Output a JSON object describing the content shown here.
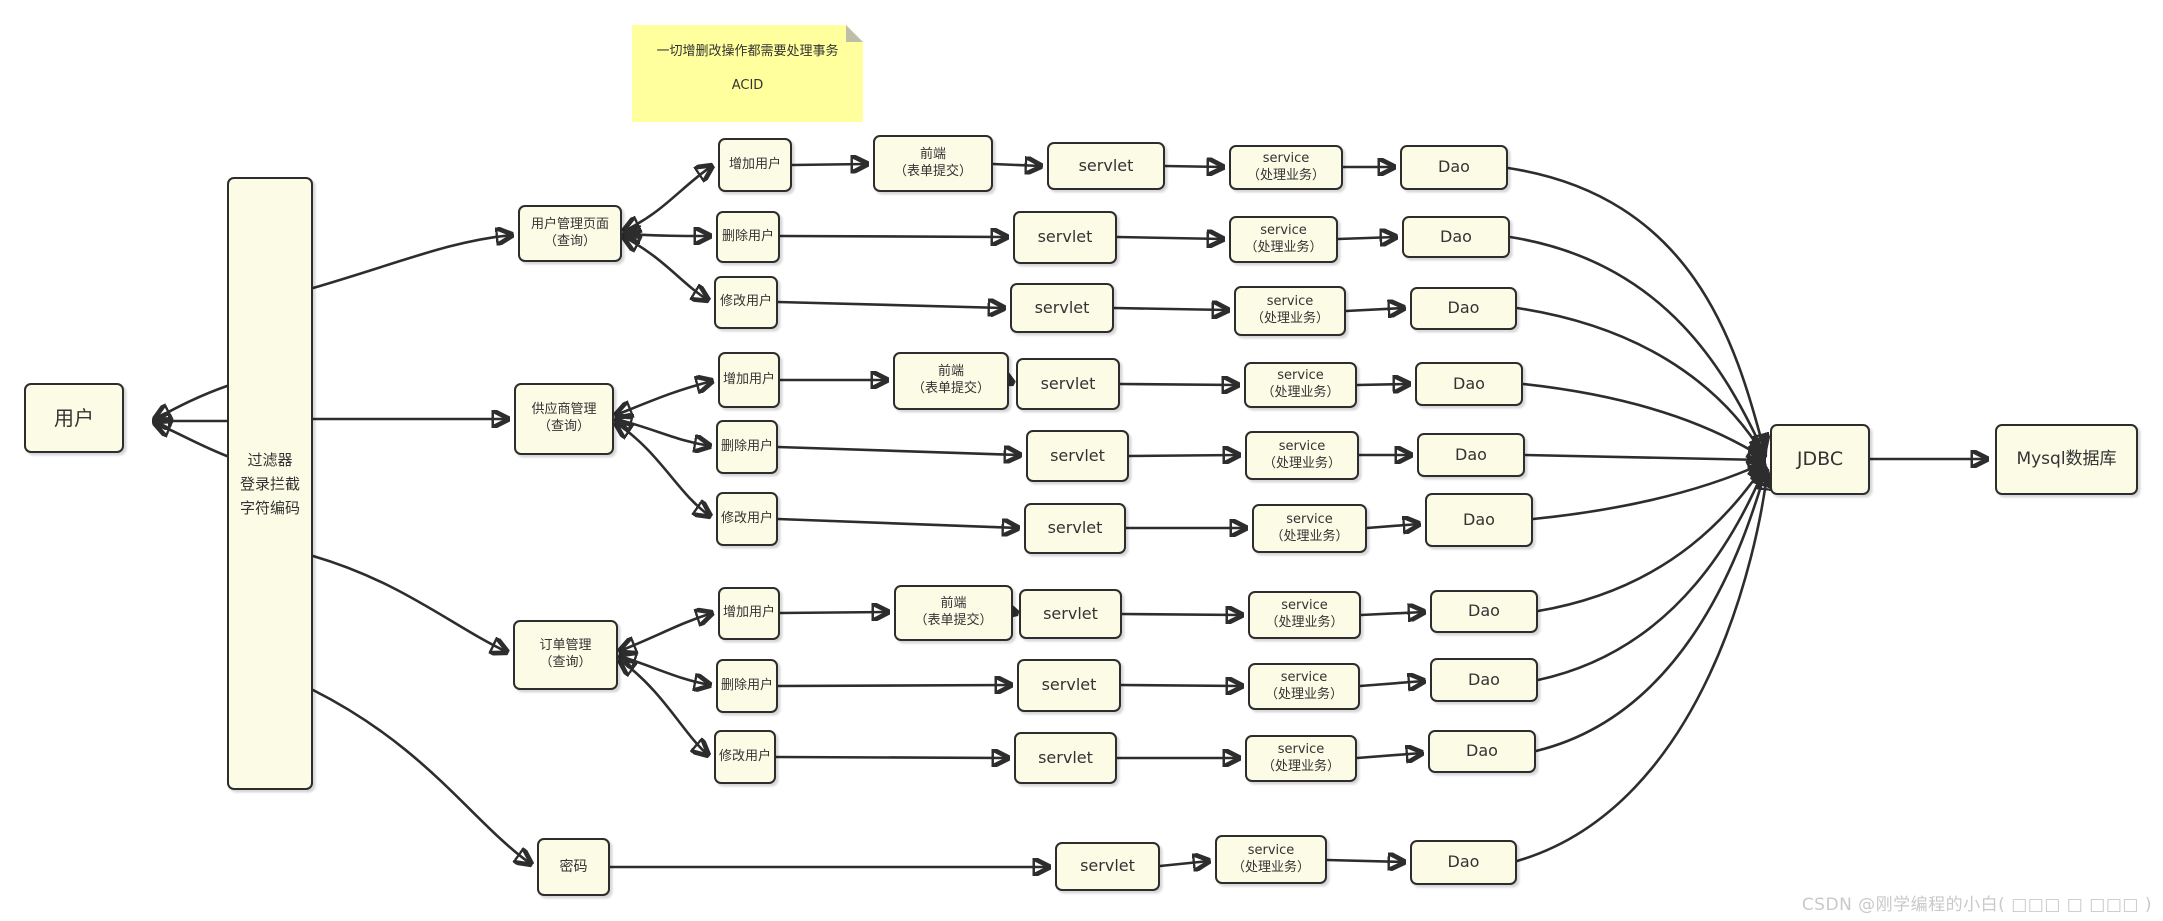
{
  "colors": {
    "background": "#FFFFFF",
    "node_fill": "#FBFBE6",
    "node_border": "#2D2D2D",
    "edge": "#2D2D2D",
    "note_fill": "#FFFF9E",
    "note_fold": "#BDBDA8",
    "text": "#333333",
    "watermark": "#C9C9C9"
  },
  "note": {
    "line1": "一切增删改操作都需要处理事务",
    "line2": "ACID"
  },
  "labels": {
    "user": "用户",
    "filter": [
      "过滤器",
      "登录拦截",
      "字符编码"
    ],
    "mgmt_user": [
      "用户管理页面",
      "（查询）"
    ],
    "mgmt_supplier": [
      "供应商管理",
      "（查询）"
    ],
    "mgmt_order": [
      "订单管理",
      "（查询）"
    ],
    "password": "密码",
    "op_add": "增加用户",
    "op_delete": "删除用户",
    "op_modify": "修改用户",
    "frontend": [
      "前端",
      "（表单提交）"
    ],
    "servlet": "servlet",
    "service": [
      "service",
      "（处理业务）"
    ],
    "dao": "Dao",
    "jdbc": "JDBC",
    "mysql": "Mysql数据库"
  },
  "watermark": "CSDN @刚学编程的小白( □□□ □ □□□ )"
}
